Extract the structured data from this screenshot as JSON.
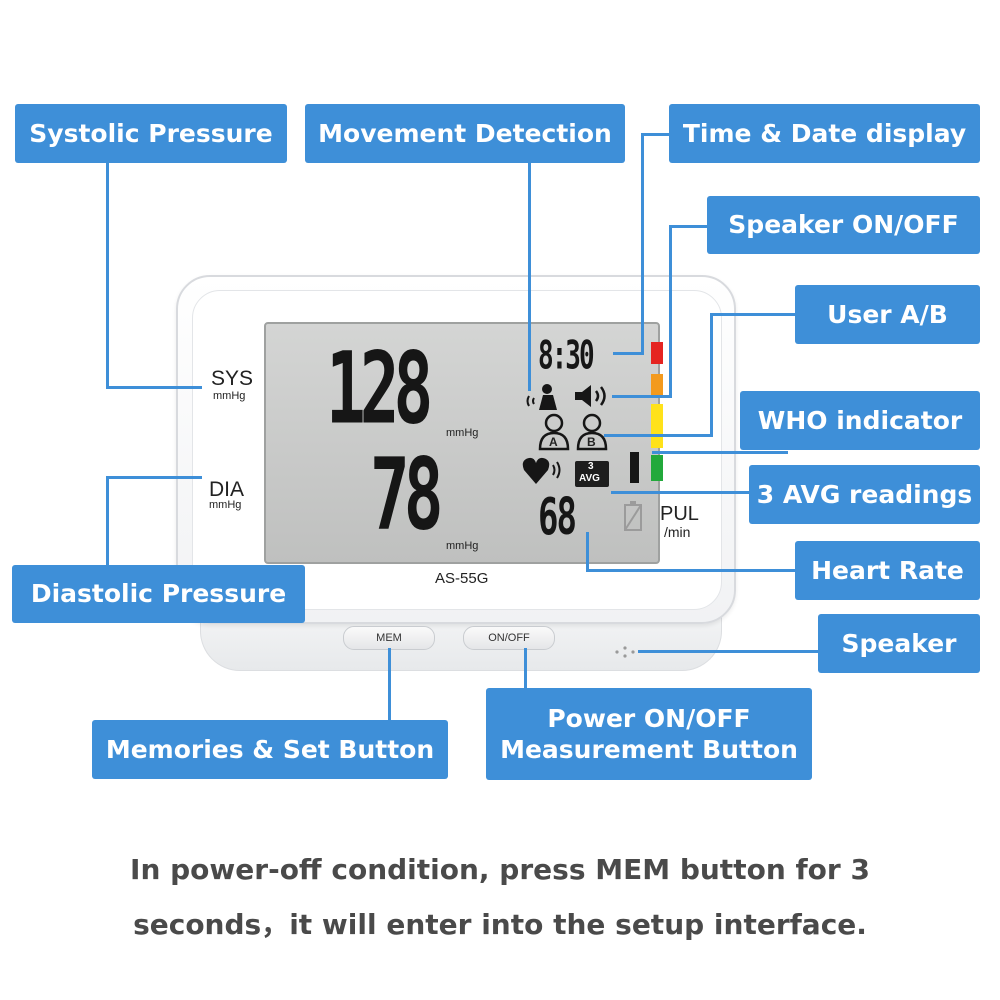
{
  "labels": {
    "systolic": "Systolic Pressure",
    "movement": "Movement Detection",
    "time_date": "Time & Date display",
    "speaker_onoff": "Speaker ON/OFF",
    "user_ab": "User A/B",
    "who": "WHO indicator",
    "avg3": "3 AVG readings",
    "heart_rate": "Heart Rate",
    "speaker": "Speaker",
    "diastolic": "Diastolic Pressure",
    "memories": "Memories & Set Button",
    "power_line1": "Power ON/OFF",
    "power_line2": "Measurement Button"
  },
  "device": {
    "sys_label": "SYS",
    "dia_label": "DIA",
    "unit_mmhg": "mmHg",
    "systolic_value": "128",
    "diastolic_value": "78",
    "time": "8:30",
    "pulse_value": "68",
    "pul_label": "PUL",
    "per_min": "/min",
    "user_a": "A",
    "user_b": "B",
    "avg_top": "3",
    "avg_bottom": "AVG",
    "model": "AS-55G",
    "mem_button": "MEM",
    "onoff_button": "ON/OFF"
  },
  "who_colors": [
    "#e52421",
    "#f39a1e",
    "#ffe21a",
    "#ffe21a",
    "#22a93b"
  ],
  "caption": {
    "line1": "In power-off condition, press MEM button for 3",
    "line2": "seconds，it will enter into the setup interface."
  }
}
